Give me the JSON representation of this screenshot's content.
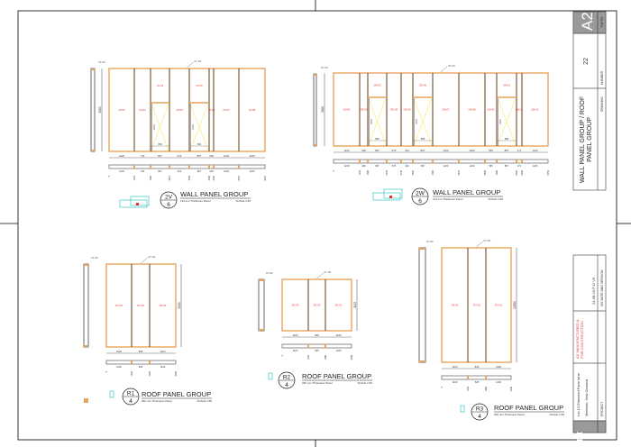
{
  "title_block": {
    "paper_size": "A2",
    "paper_label": "PAPER",
    "number": "22",
    "number_label": "NUMBER",
    "drawing_title_line1": "WALL PANEL GROUP / ROOF",
    "drawing_title_line2": "PANEL GROUP",
    "drawing_label": "DRAWING",
    "issue_date_version": "24-08-20 P-D V6",
    "issue_label": "ISS DATE AND VERSION",
    "status_line1": "AS MANUFACTURED &",
    "status_line2": "FOR CONSTRUCTION",
    "project_line1": "Lot 13 Elmwood Farm lane",
    "project_line2": "Methven, New Zealand",
    "project_label": "PROJECT",
    "job_code": "1111AU-S1"
  },
  "colors": {
    "timber": "#e8a45c",
    "panel_label": "#e8302a",
    "opening_cross": "#f2ee6a",
    "key_plan": "#3cc7c7",
    "title_block_fill": "#9a9a9a"
  },
  "groups": [
    {
      "id": "2V",
      "sheet": "6",
      "title": "WALL PANEL GROUP",
      "subtitle": "114 mm Thickness Panel",
      "scale": "SCALE 1:50",
      "callout": "07-03",
      "height_dim": "3000",
      "panels": [
        "2V-01",
        "2V-02",
        "2V-03",
        "2V-04",
        "2V-05",
        "2V-06",
        "2V-07",
        "2V-08"
      ],
      "opening_dims": [
        "2170",
        "890"
      ],
      "dims": [
        "1220",
        "740",
        "867",
        "612",
        "867",
        "228",
        "1220",
        "1220"
      ],
      "cumulative": [
        "0",
        "1220",
        "1960",
        "2827",
        "3439",
        "4306",
        "4534",
        "5754",
        "6974"
      ]
    },
    {
      "id": "2W",
      "sheet": "6",
      "title": "WALL PANEL GROUP",
      "subtitle": "114 mm Thickness Panel",
      "scale": "SCALE 1:50",
      "callout": "07-03",
      "height_dim": "3000",
      "panels": [
        "2W-01",
        "2W-02",
        "2W-03",
        "2W-04",
        "2W-05",
        "2W-06",
        "2W-07",
        "2W-08",
        "2W-09",
        "2W-10",
        "2W-11",
        "2W-12"
      ],
      "opening_dims": [
        "2170",
        "890"
      ],
      "dims": [
        "1220",
        "366",
        "867",
        "675",
        "404",
        "867",
        "1220",
        "1220",
        "556",
        "867",
        "271",
        "1220"
      ],
      "cumulative": [
        "0",
        "1220",
        "1586",
        "2453",
        "3128",
        "3532",
        "4399",
        "5619",
        "6839",
        "7395",
        "8262",
        "8533",
        "9753"
      ]
    },
    {
      "id": "R1",
      "sheet": "4",
      "title": "ROOF PANEL GROUP",
      "subtitle": "260 mm Thickness Panel",
      "scale": "SCALE 1:50",
      "callout": "07-02",
      "height_dim": "5000",
      "panels": [
        "R1-01",
        "R1-02",
        "R1-03"
      ],
      "dims": [
        "1220",
        "825",
        "1163"
      ],
      "cumulative": [
        "0",
        "1220",
        "2045",
        "3208"
      ]
    },
    {
      "id": "R2",
      "sheet": "4",
      "title": "ROOF PANEL GROUP",
      "subtitle": "260 mm Thickness Panel",
      "scale": "SCALE 1:50",
      "callout": "07-02",
      "height_dim": "3113",
      "panels": [
        "R2-03",
        "R2-02",
        "R2-01"
      ],
      "dims": [
        "1163",
        "825",
        "1220"
      ],
      "cumulative": [
        "0",
        "1163",
        "1988",
        "3208"
      ]
    },
    {
      "id": "R3",
      "sheet": "4",
      "title": "ROOF PANEL GROUP",
      "subtitle": "260 mm Thickness Panel",
      "scale": "SCALE 1:50",
      "callout": "07-02",
      "height_dim": "10300",
      "panels": [
        "R3-03",
        "R3-02",
        "R3-01"
      ],
      "dims": [
        "1163",
        "825",
        "1220"
      ],
      "cumulative": [
        "0",
        "1163",
        "1988",
        "3208"
      ]
    }
  ]
}
